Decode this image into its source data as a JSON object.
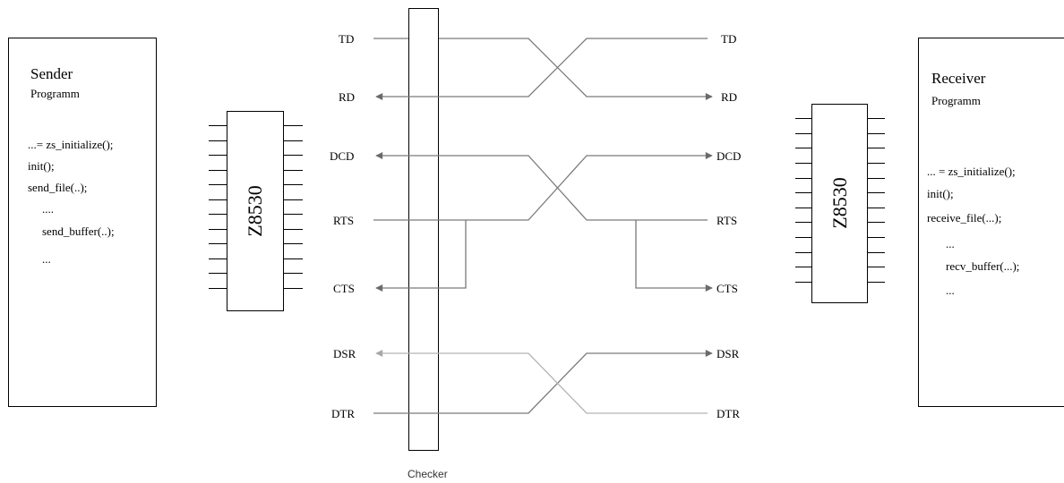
{
  "sender": {
    "title": "Sender",
    "subtitle": "Programm",
    "lines": [
      "...= zs_initialize();",
      "init();",
      "send_file(..);",
      "....",
      "send_buffer(..);",
      "..."
    ]
  },
  "receiver": {
    "title": "Receiver",
    "subtitle": "Programm",
    "lines": [
      "... = zs_initialize();",
      "init();",
      "receive_file(...);",
      "...",
      "recv_buffer(...);",
      "..."
    ]
  },
  "chips": {
    "left_label": "Z8530",
    "right_label": "Z8530"
  },
  "checker": {
    "label": "Checker"
  },
  "signals": {
    "left": [
      "TD",
      "RD",
      "DCD",
      "RTS",
      "CTS",
      "DSR",
      "DTR"
    ],
    "right": [
      "TD",
      "RD",
      "DCD",
      "RTS",
      "CTS",
      "DSR",
      "DTR"
    ]
  },
  "colors": {
    "line": "#7a7a7a",
    "line_light": "#b4b4b4",
    "stroke": "#000000"
  }
}
